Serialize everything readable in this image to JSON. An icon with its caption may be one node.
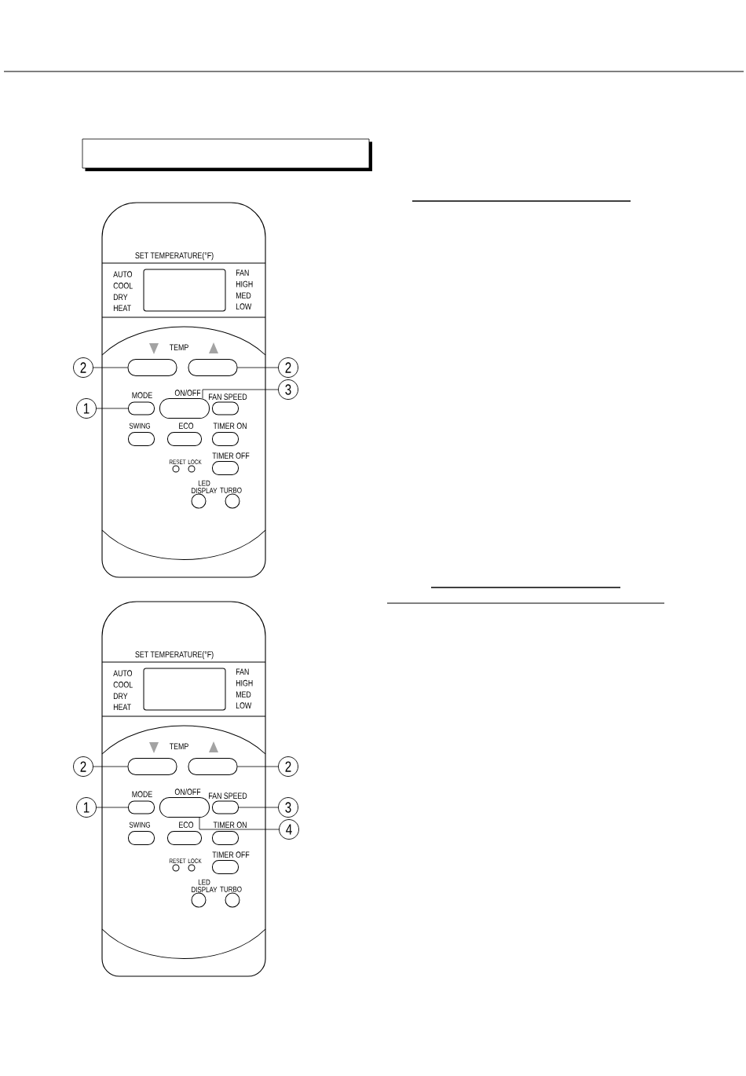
{
  "diagram": {
    "nodes": [
      {
        "text": [
          "2"
        ]
      },
      {
        "text": [],
        "shape": "box"
      },
      {
        "text": [],
        "shape": "box"
      },
      {
        "text": [
          "2"
        ]
      },
      {
        "text": [
          "3"
        ]
      },
      {
        "text": [
          "1"
        ]
      },
      {
        "text": [],
        "shape": "box"
      },
      {
        "text": [],
        "shape": "box"
      },
      {
        "text": [],
        "shape": "box"
      },
      {
        "text": [],
        "shape": "box"
      },
      {
        "text": [],
        "shape": "box"
      },
      {
        "text": [],
        "shape": "box"
      },
      {
        "text": [],
        "shape": "circle"
      },
      {
        "text": [],
        "shape": "circle"
      },
      {
        "text": [],
        "shape": "box"
      },
      {
        "text": [],
        "shape": "circle"
      },
      {
        "text": [],
        "shape": "circle"
      },
      {
        "text": [
          "2"
        ]
      },
      {
        "text": [],
        "shape": "box"
      },
      {
        "text": [],
        "shape": "box"
      },
      {
        "text": [
          "2"
        ]
      },
      {
        "text": [
          "1"
        ]
      },
      {
        "text": [],
        "shape": "box"
      },
      {
        "text": [],
        "shape": "box"
      },
      {
        "text": [],
        "shape": "box"
      },
      {
        "text": [
          "3"
        ]
      },
      {
        "text": [
          "4"
        ]
      },
      {
        "text": [],
        "shape": "box"
      },
      {
        "text": [],
        "shape": "box"
      },
      {
        "text": [],
        "shape": "box"
      },
      {
        "text": [],
        "shape": "circle"
      },
      {
        "text": [],
        "shape": "circle"
      },
      {
        "text": [],
        "shape": "box"
      },
      {
        "text": [],
        "shape": "circle"
      },
      {
        "text": [],
        "shape": "circle"
      }
    ],
    "edges": [
      {
        "from": 0,
        "to": 1,
        "arrow": "none"
      },
      {
        "from": 3,
        "to": 2,
        "arrow": "none"
      },
      {
        "from": 4,
        "to": 7,
        "arrow": "none"
      },
      {
        "from": 5,
        "to": 6,
        "arrow": "none"
      },
      {
        "from": 17,
        "to": 18,
        "arrow": "none"
      },
      {
        "from": 20,
        "to": 19,
        "arrow": "none"
      },
      {
        "from": 21,
        "to": 22,
        "arrow": "none"
      },
      {
        "from": 25,
        "to": 24,
        "arrow": "none"
      },
      {
        "from": 26,
        "to": 23,
        "arrow": "none"
      }
    ],
    "labels": [
      "SET TEMPERATURE(°F)",
      "AUTO",
      "COOL",
      "DRY",
      "HEAT",
      "FAN",
      "HIGH",
      "MED",
      "LOW",
      "TEMP",
      "MODE",
      "ON/OFF",
      "FAN SPEED",
      "SWING",
      "ECO",
      "TIMER ON",
      "TIMER OFF",
      "RESET",
      "LOCK",
      "LED DISPLAY",
      "TURBO",
      "SET TEMPERATURE(°F)",
      "AUTO",
      "COOL",
      "DRY",
      "HEAT",
      "FAN",
      "HIGH",
      "MED",
      "LOW",
      "TEMP",
      "MODE",
      "ON/OFF",
      "FAN SPEED",
      "SWING",
      "ECO",
      "TIMER ON",
      "TIMER OFF",
      "RESET",
      "LOCK",
      "LED DISPLAY",
      "TURBO"
    ]
  }
}
